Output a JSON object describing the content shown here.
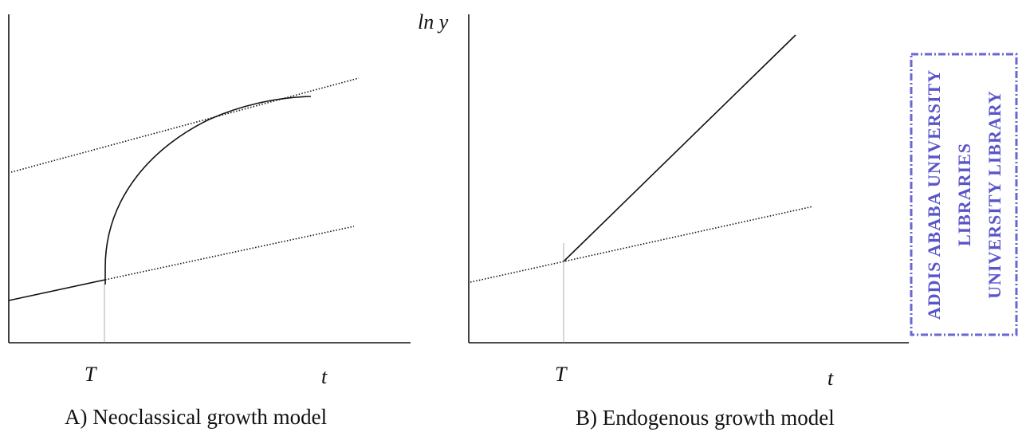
{
  "panels": [
    {
      "id": "A",
      "caption": "A)  Neoclassical growth model",
      "y_axis_label": "",
      "x_tick_label": "T",
      "x_axis_label": "t"
    },
    {
      "id": "B",
      "caption": "B) Endogenous growth model",
      "y_axis_label": "ln y",
      "x_tick_label": "T",
      "x_axis_label": "t"
    }
  ],
  "stamp": {
    "lines": [
      "ADDIS ABABA UNIVERSITY",
      "LIBRARIES",
      "UNIVERSITY LIBRARY"
    ],
    "color": "#5a55c8"
  },
  "colors": {
    "ink": "#111111",
    "tick_line": "#9a9a9a"
  }
}
